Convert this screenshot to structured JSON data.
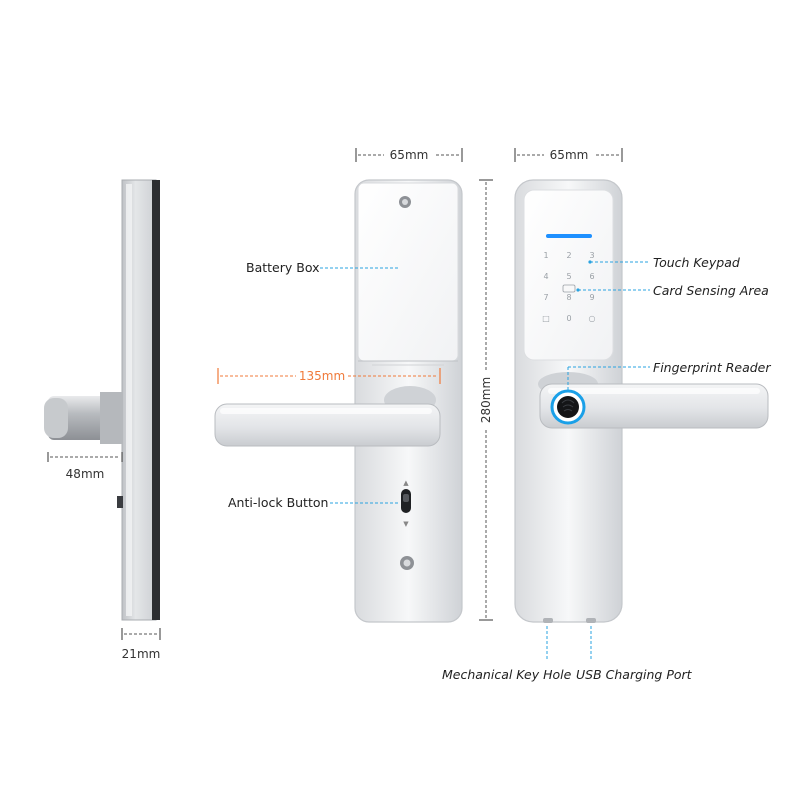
{
  "dimensions": {
    "side_width_top": "65mm",
    "front_width_top": "65mm",
    "height": "280mm",
    "handle_length": "135mm",
    "handle_projection": "48mm",
    "thickness": "21mm"
  },
  "labels": {
    "battery_box": "Battery Box",
    "anti_lock_button": "Anti-lock Button",
    "touch_keypad": "Touch Keypad",
    "card_sensing_area": "Card Sensing Area",
    "fingerprint_reader": "Fingerprint Reader",
    "mechanical_key_hole": "Mechanical Key Hole",
    "usb_charging_port": "USB Charging Port"
  },
  "keypad": [
    "1",
    "2",
    "3",
    "4",
    "5",
    "6",
    "7",
    "8",
    "9",
    "0"
  ],
  "colors": {
    "accent_blue": "#2aa3e0",
    "dimension_orange": "#f07a3a",
    "keypad_light": "#1e90ff",
    "fingerprint_ring": "#1aa0e8"
  }
}
